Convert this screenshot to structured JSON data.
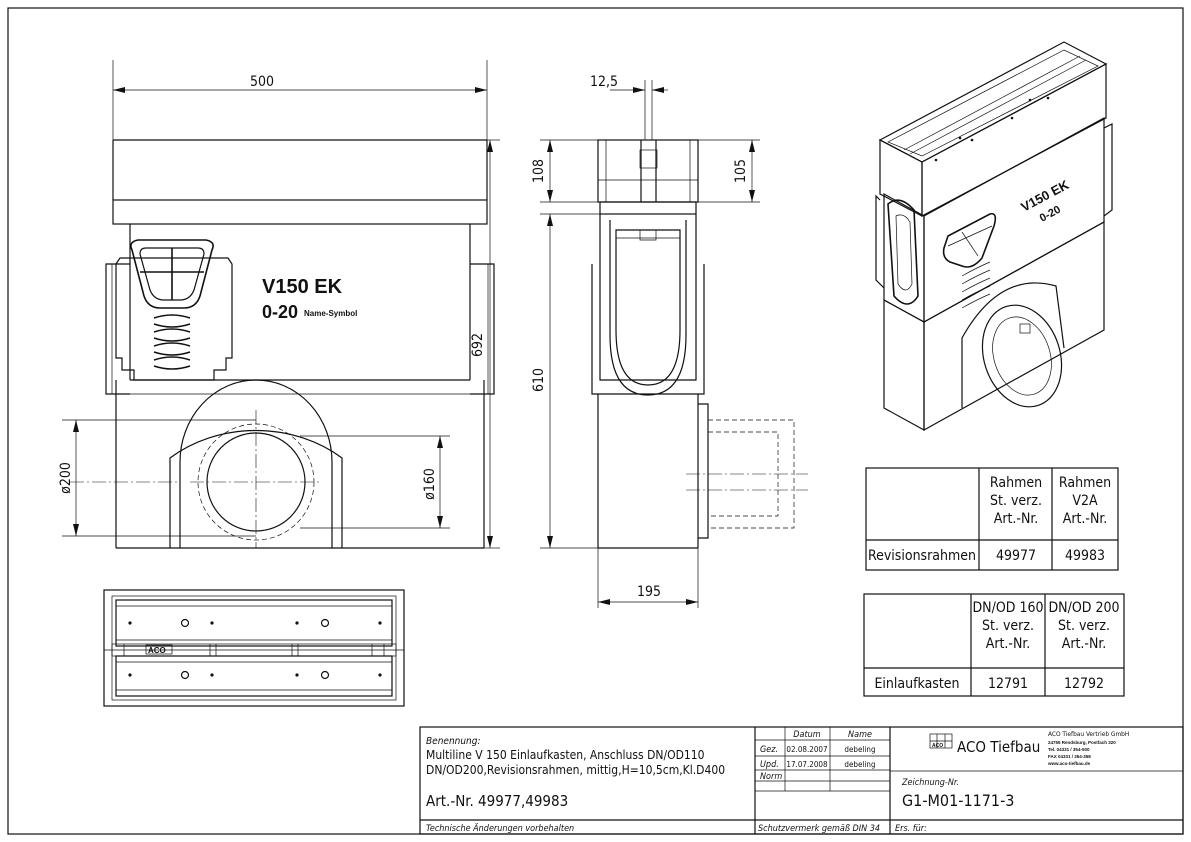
{
  "front_view": {
    "dim_width": "500",
    "dim_height": "692",
    "dim_pipe_large": "ø200",
    "dim_pipe_small": "ø160",
    "label_line1": "V150  EK",
    "label_line2": "0-20",
    "label_line2_suffix": "Name-Symbol"
  },
  "side_view": {
    "dim_wall": "12,5",
    "dim_frame_left": "108",
    "dim_frame_right": "105",
    "dim_body": "610",
    "dim_depth": "195"
  },
  "top_view": {
    "logo_text": "ACO"
  },
  "iso_view": {
    "label_line1": "V150  EK",
    "label_line2": "0-20"
  },
  "table_rahmen": {
    "headers": [
      [
        "Rahmen",
        "St. verz.",
        "Art.-Nr."
      ],
      [
        "Rahmen",
        "V2A",
        "Art.-Nr."
      ]
    ],
    "row_label": "Revisionsrahmen",
    "values": [
      "49977",
      "49983"
    ]
  },
  "table_einlauf": {
    "headers": [
      [
        "DN/OD 160",
        "St. verz.",
        "Art.-Nr."
      ],
      [
        "DN/OD 200",
        "St. verz.",
        "Art.-Nr."
      ]
    ],
    "row_label": "Einlaufkasten",
    "values": [
      "12791",
      "12792"
    ]
  },
  "title_block": {
    "benennung_label": "Benennung:",
    "benennung_line1": "Multiline V 150 Einlaufkasten, Anschluss DN/OD110",
    "benennung_line2": "DN/OD200,Revisionsrahmen, mittig,H=10,5cm,Kl.D400",
    "art_nr": "Art.-Nr. 49977,49983",
    "technische": "Technische Änderungen vorbehalten",
    "rev_header_datum": "Datum",
    "rev_header_name": "Name",
    "rev_rows": [
      {
        "label": "Gez.",
        "datum": "02.08.2007",
        "name": "debeling"
      },
      {
        "label": "Upd.",
        "datum": "17.07.2008",
        "name": "debeling"
      },
      {
        "label": "Norm",
        "datum": "",
        "name": ""
      }
    ],
    "schutzvermerk": "Schutzvermerk gemäß DIN 34",
    "company_logo": "ACO",
    "company_name": "ACO  Tiefbau",
    "company_info": [
      "ACO Tiefbau Vertrieb GmbH",
      "24755 Rendsburg, Postfach 320",
      "Tel. 04331 / 354-500",
      "FAX 04331 / 354-358",
      "www.aco-tiefbau.de"
    ],
    "zeichnung_label": "Zeichnung-Nr.",
    "zeichnung_nr": "G1-M01-1171-3",
    "ers_fuer": "Ers. für:"
  }
}
